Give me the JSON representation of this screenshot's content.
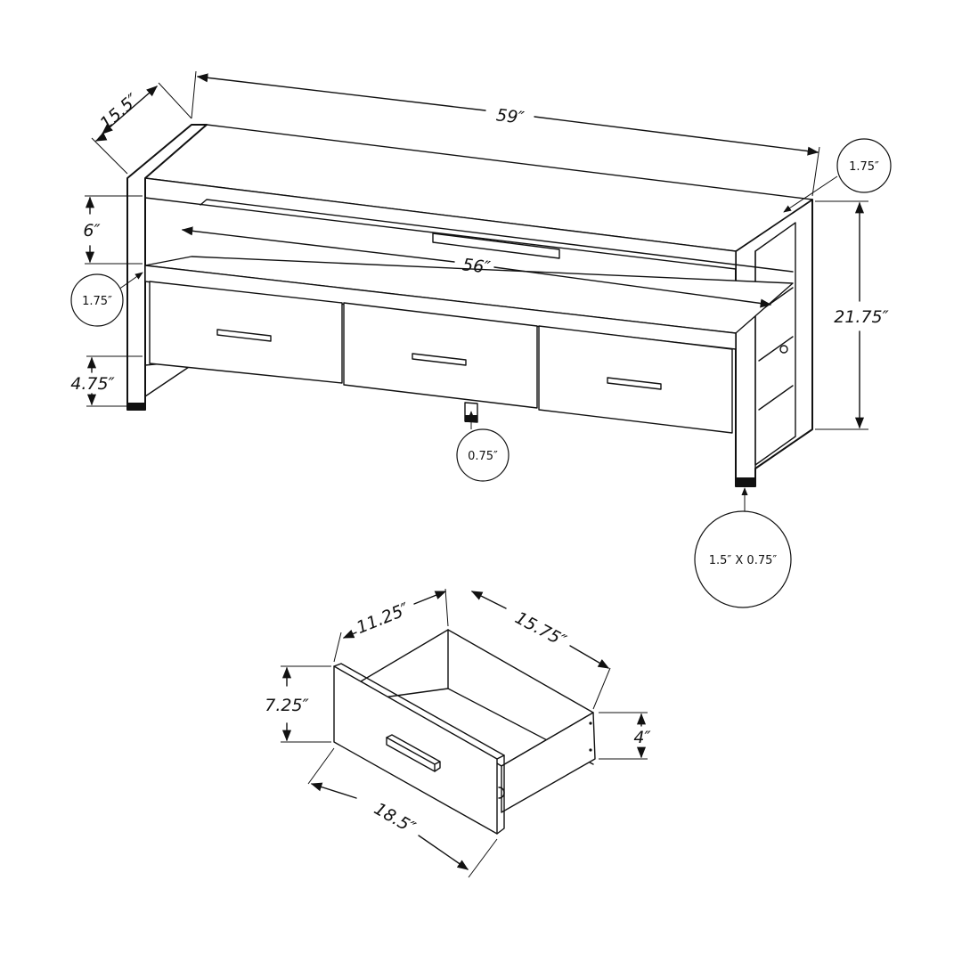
{
  "diagram": {
    "dimensions": {
      "depth": "15.5″",
      "width": "59″",
      "shelf_gap": "6″",
      "inner_width": "56″",
      "height": "21.75″",
      "leg_gap": "4.75″"
    },
    "callouts": {
      "top_right": "1.75″",
      "left": "1.75″",
      "center_leg": "0.75″",
      "leg_profile": "1.5″ X 0.75″"
    },
    "drawer_dimensions": {
      "depth": "11.25″",
      "inner_width": "15.75″",
      "front_height": "7.25″",
      "side_height": "4″",
      "front_width": "18.5″"
    }
  }
}
